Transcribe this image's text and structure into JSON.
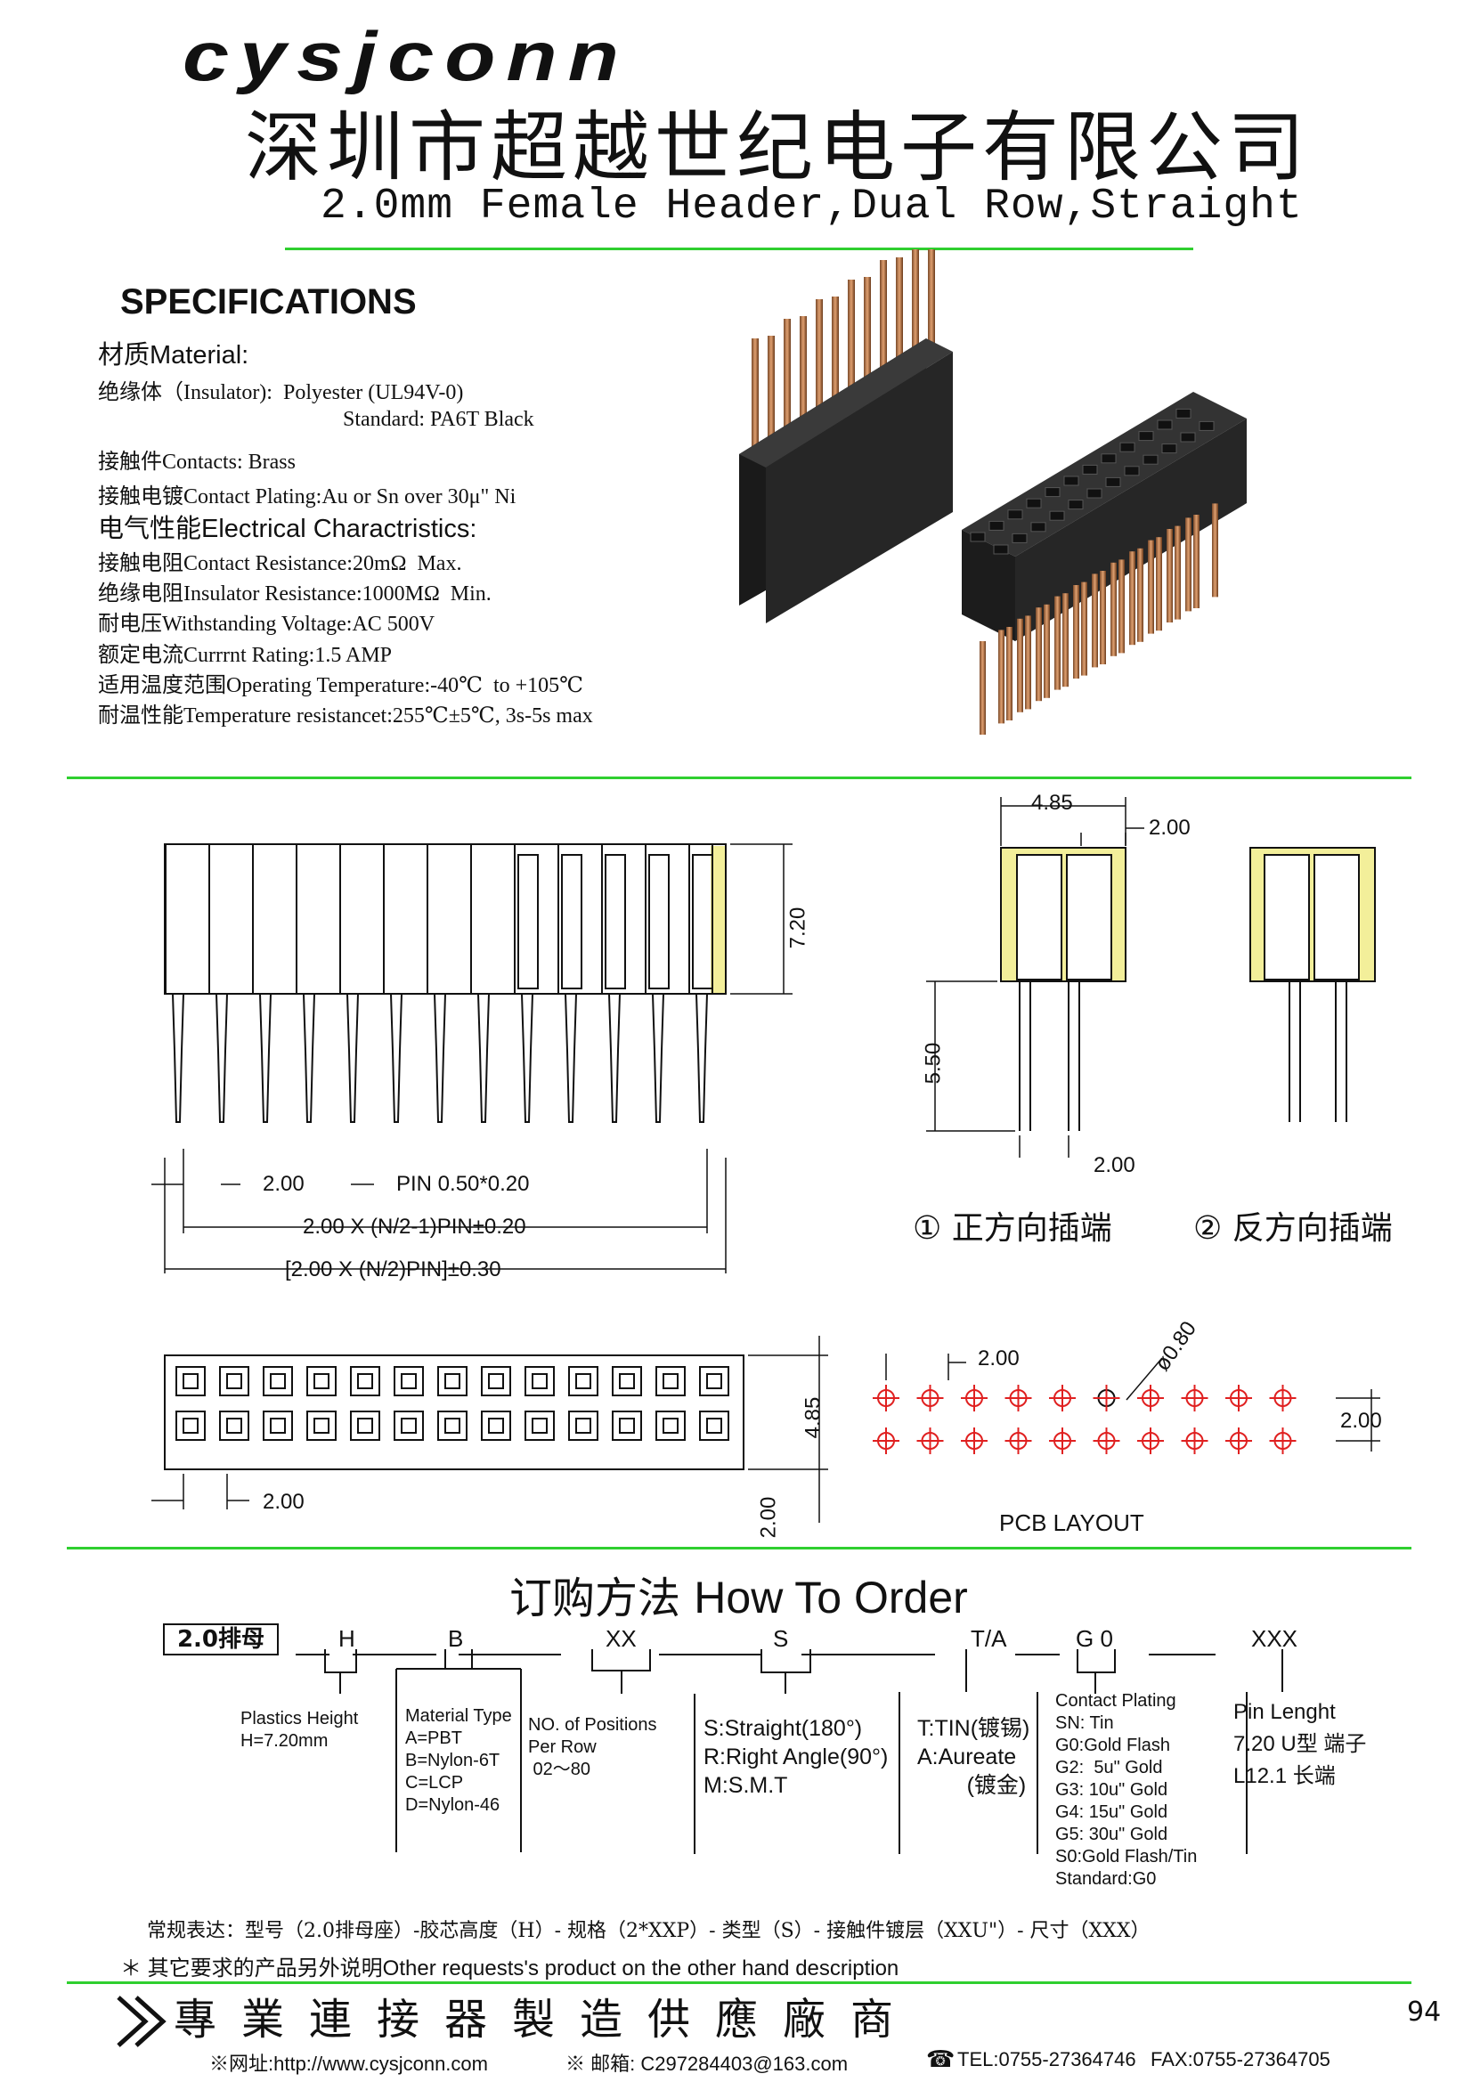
{
  "header": {
    "logo": "cysjconn",
    "company_name": "深圳市超越世纪电子有限公司",
    "product_title": "2.0mm Female Header,Dual Row,Straight"
  },
  "specifications": {
    "title": "SPECIFICATIONS",
    "material_heading": "材质Material:",
    "insulator": "绝缘体（Insulator):  Polyester (UL94V-0)",
    "standard": "Standard: PA6T Black",
    "contacts": "接触件Contacts: Brass",
    "plating": "接触电镀Contact Plating:Au or Sn over 30μ\" Ni",
    "electrical_heading": "电气性能Electrical Charactristics:",
    "contact_resistance": "接触电阻Contact Resistance:20mΩ  Max.",
    "insulator_resistance": "绝缘电阻Insulator Resistance:1000MΩ  Min.",
    "withstanding_voltage": "耐电压Withstanding Voltage:AC 500V",
    "current_rating": "额定电流Currrnt Rating:1.5 AMP",
    "operating_temperature": "适用温度范围Operating Temperature:-40℃  to +105℃",
    "temperature_resistance": "耐温性能Temperature resistancet:255℃±5℃, 3s-5s max"
  },
  "drawing": {
    "height": "7.20",
    "pitch": "2.00",
    "pin_size": "PIN  0.50*0.20",
    "length_formula_1": "2.00  X  (N/2-1)PIN±0.20",
    "length_formula_2": "[2.00  X  (N/2)PIN]±0.30",
    "side_width": "4.85",
    "side_pitch": "2.00",
    "pin_length": "5.50",
    "side_pitch_bottom": "2.00",
    "caption_1": "① 正方向插端",
    "caption_2": "② 反方向插端",
    "top_width": "4.85",
    "top_pitch": "2.00",
    "top_pitch_vertical": "2.00",
    "pcb_pitch": "2.00",
    "pcb_hole": "ø0.80",
    "pcb_row_pitch": "2.00",
    "pcb_label": "PCB LAYOUT"
  },
  "order": {
    "title_cn": "订购方法",
    "title_en": "How To Order",
    "code_box": "2.0排母",
    "codes": [
      "H",
      "B",
      "XX",
      "S",
      "T/A",
      "G 0",
      "XXX"
    ],
    "plastics_height": "Plastics Height\nH=7.20mm",
    "material_type": "Material Type\nA=PBT\nB=Nylon-6T\nC=LCP\nD=Nylon-46",
    "positions": "NO. of Positions\nPer Row\n 02～80",
    "type": "S:Straight(180°)\nR:Right Angle(90°)\nM:S.M.T",
    "tin": "T:TIN(镀锡)\nA:Aureate\n        (镀金)",
    "contact_plating": "Contact Plating\nSN: Tin\nG0:Gold Flash\nG2:  5u\" Gold\nG3: 10u\" Gold\nG4: 15u\" Gold\nG5: 30u\" Gold\nS0:Gold Flash/Tin\nStandard:G0",
    "pin_length": "Pin Lenght\n7.20 U型 端子\nL12.1 长端",
    "regular_expression": "常规表达：型号（2.0排母座）-胶芯高度（H）- 规格（2*XXP）- 类型（S）- 接触件镀层（XXU\"）- 尺寸（XXX）",
    "other_requests": "＊ 其它要求的产品另外说明Other requests's product on the other hand description"
  },
  "footer": {
    "slogan": "專業連接器製造供應廠商",
    "page_number": "94",
    "website": "※网址:http://www.cysjconn.com",
    "email": "※ 邮箱:  C297284403@163.com",
    "tel": "TEL:0755-27364746",
    "fax": "FAX:0755-27364705"
  },
  "colors": {
    "accent_green": "#2fcf2f",
    "pcb_red": "#e02020",
    "hatch_yellow": "#f3ef9a"
  }
}
